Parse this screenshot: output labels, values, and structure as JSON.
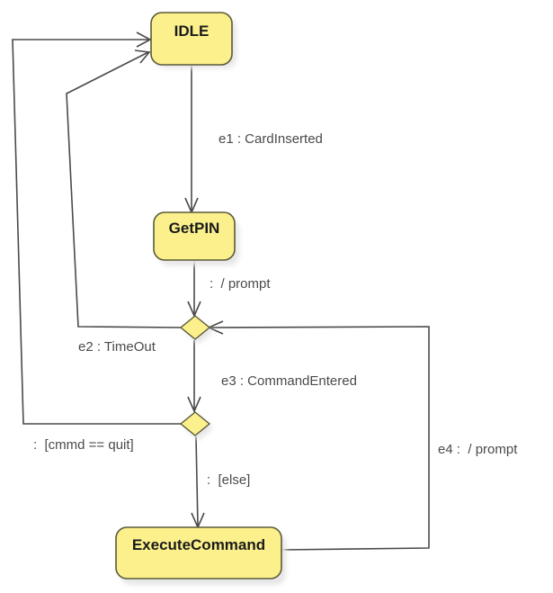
{
  "diagram": {
    "type": "uml-state-machine",
    "colors": {
      "state_fill": "#fbf08c",
      "state_border": "#5a5a3a",
      "line": "#4a4a4a",
      "label": "#4a4a4a",
      "shadow": "#e6e6e6"
    },
    "states": [
      {
        "id": "idle",
        "label": "IDLE"
      },
      {
        "id": "getpin",
        "label": "GetPIN"
      },
      {
        "id": "execute",
        "label": "ExecuteCommand"
      }
    ],
    "choices": [
      {
        "id": "choice1"
      },
      {
        "id": "choice2"
      }
    ],
    "transitions": [
      {
        "id": "t-idle-getpin",
        "from": "IDLE",
        "to": "GetPIN",
        "label": "e1 : CardInserted"
      },
      {
        "id": "t-getpin-choice1",
        "from": "GetPIN",
        "to": "choice1",
        "label": ":  / prompt"
      },
      {
        "id": "t-choice1-idle",
        "from": "choice1",
        "to": "IDLE",
        "label": "e2 : TimeOut"
      },
      {
        "id": "t-choice1-choice2",
        "from": "choice1",
        "to": "choice2",
        "label": "e3 : CommandEntered"
      },
      {
        "id": "t-choice2-idle",
        "from": "choice2",
        "to": "IDLE",
        "label": ":  [cmmd == quit]"
      },
      {
        "id": "t-choice2-execute",
        "from": "choice2",
        "to": "ExecuteCommand",
        "label": ":  [else]"
      },
      {
        "id": "t-execute-choice1",
        "from": "ExecuteCommand",
        "to": "choice1",
        "label": "e4 :  / prompt"
      }
    ]
  }
}
